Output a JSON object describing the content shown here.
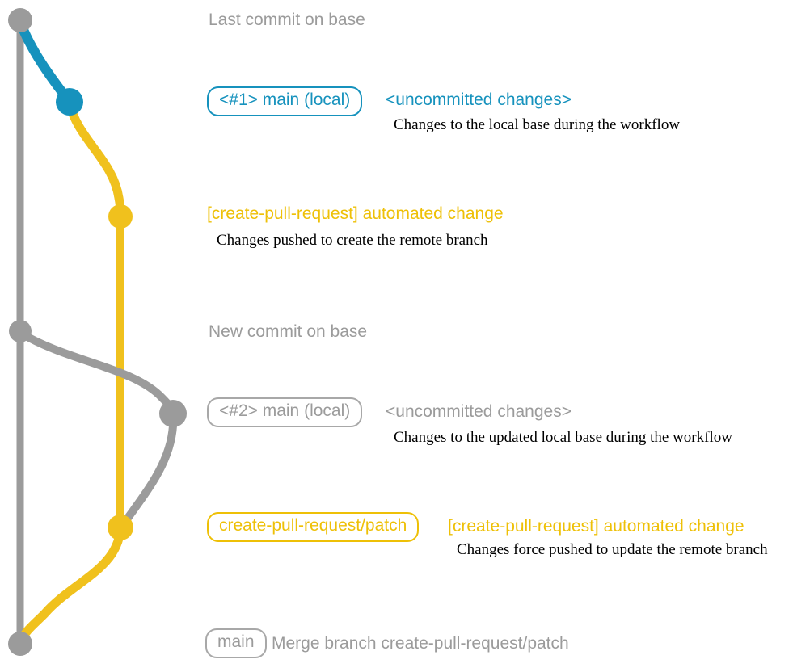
{
  "colors": {
    "base_gray": "#9b9b9b",
    "main_teal": "#1692bd",
    "branch_yellow": "#f0c11d",
    "note_black": "#000000",
    "background": "#ffffff"
  },
  "graph": {
    "branches": [
      {
        "name": "base",
        "color": "#9b9b9b"
      },
      {
        "name": "main (local)",
        "color": "#1692bd"
      },
      {
        "name": "create-pull-request/patch",
        "color": "#f0c11d"
      }
    ],
    "commit_count": 7
  },
  "rows": {
    "r1": {
      "caption": "Last commit on base"
    },
    "r2": {
      "badge": "<#1> main (local)",
      "heading": "<uncommitted changes>",
      "note": "Changes to the local base during the workflow"
    },
    "r3": {
      "heading": "[create-pull-request] automated change",
      "note": "Changes pushed to create the remote branch"
    },
    "r4": {
      "caption": "New commit on base"
    },
    "r5": {
      "badge": "<#2> main (local)",
      "heading": "<uncommitted changes>",
      "note": "Changes to the updated local base during the workflow"
    },
    "r6": {
      "badge": "create-pull-request/patch",
      "heading": "[create-pull-request] automated change",
      "note": "Changes force pushed to update the remote branch"
    },
    "r7": {
      "badge": "main",
      "caption": "Merge branch create-pull-request/patch"
    }
  }
}
